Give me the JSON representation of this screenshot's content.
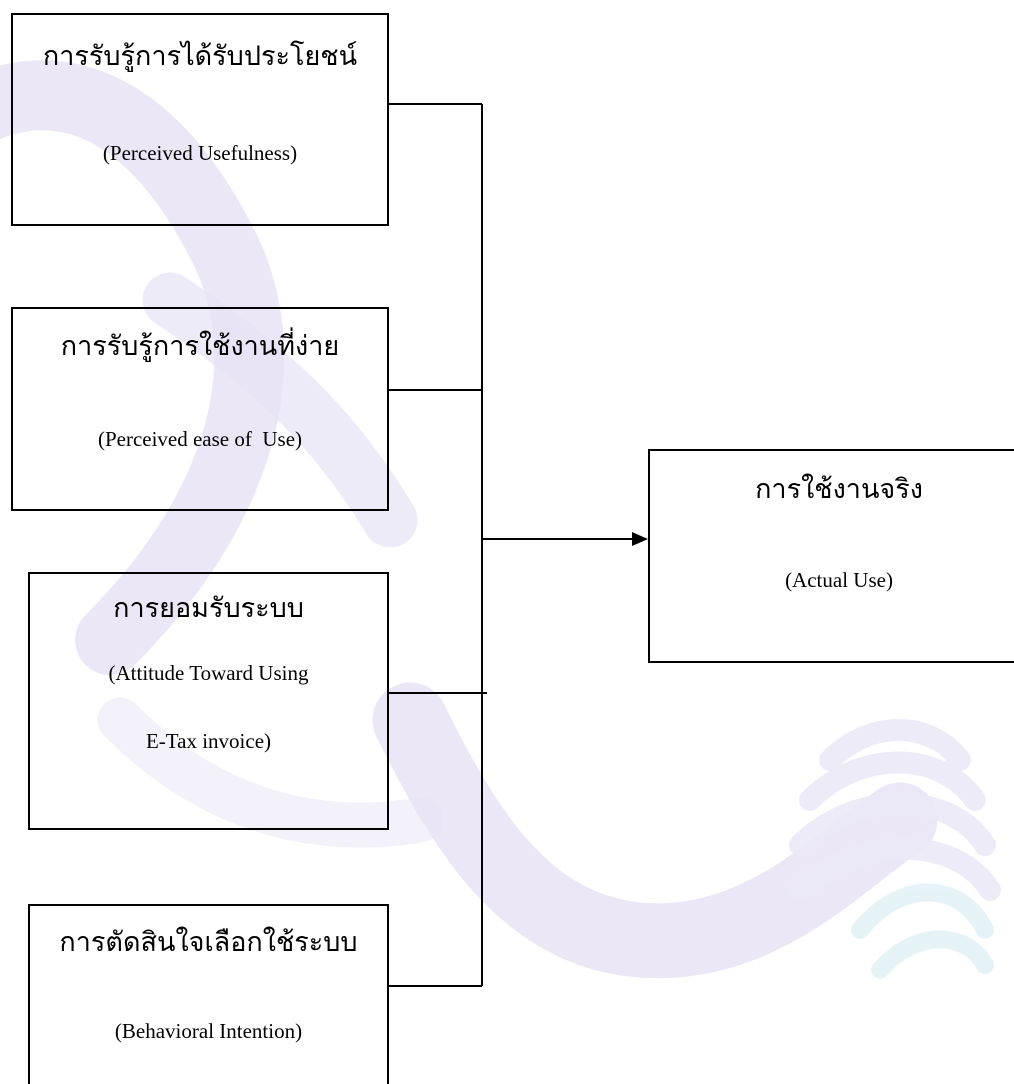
{
  "boxes": {
    "perceived_usefulness": {
      "thai": "การรับรู้การได้รับประโยชน์",
      "english": "(Perceived Usefulness)"
    },
    "perceived_ease_of_use": {
      "thai": "การรับรู้การใช้งานที่ง่าย",
      "english": "(Perceived ease of  Use)"
    },
    "attitude_toward_using": {
      "thai": "การยอมรับระบบ",
      "english_line1": "(Attitude Toward Using",
      "english_line2": "E-Tax invoice)"
    },
    "behavioral_intention": {
      "thai": "การตัดสินใจเลือกใช้ระบบ",
      "english": "(Behavioral Intention)"
    },
    "actual_use": {
      "thai": "การใช้งานจริง",
      "english": "(Actual Use)"
    }
  },
  "colors": {
    "line": "#000000",
    "watermark_purple": "#e7e3f5",
    "watermark_teal": "#e3f2f7"
  }
}
